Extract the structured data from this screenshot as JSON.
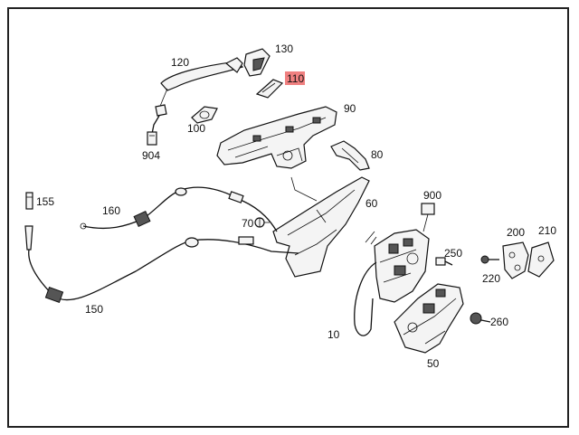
{
  "diagram": {
    "highlight_color": "#f08080",
    "labels": {
      "p120": "120",
      "p130": "130",
      "p110": "110",
      "p100": "100",
      "p904": "904",
      "p90": "90",
      "p80": "80",
      "p155": "155",
      "p160": "160",
      "p70": "70",
      "p60": "60",
      "p900": "900",
      "p200": "200",
      "p210": "210",
      "p250": "250",
      "p220": "220",
      "p150": "150",
      "p10": "10",
      "p260": "260",
      "p50": "50"
    }
  }
}
